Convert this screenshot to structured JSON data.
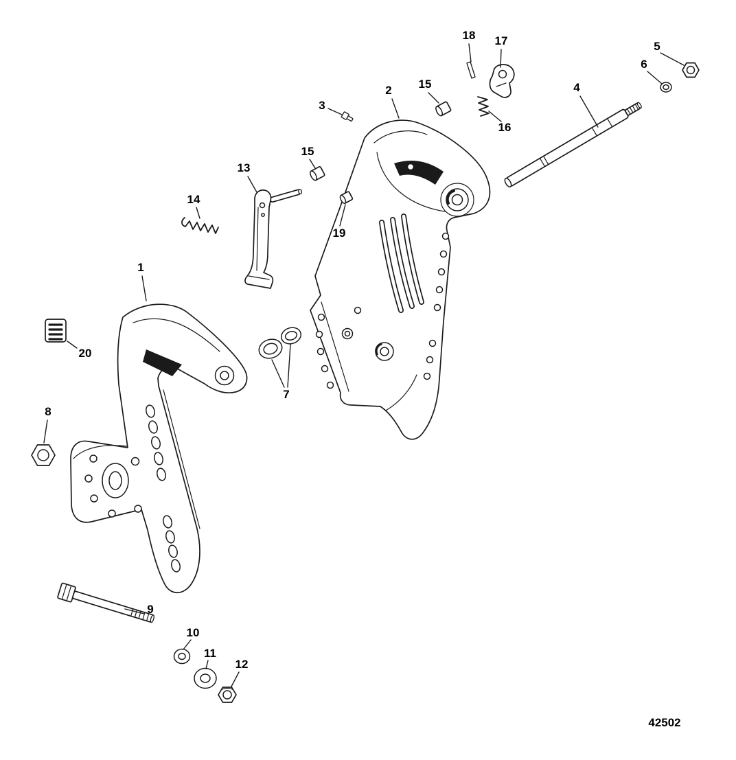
{
  "diagram": {
    "description": "Exploded parts diagram of outboard transom brackets",
    "drawing_number": "42502",
    "colors": {
      "line": "#1a1a1a",
      "background": "#ffffff"
    },
    "callouts": [
      {
        "label": "18"
      },
      {
        "label": "17"
      },
      {
        "label": "5"
      },
      {
        "label": "6"
      },
      {
        "label": "15"
      },
      {
        "label": "4"
      },
      {
        "label": "3"
      },
      {
        "label": "2"
      },
      {
        "label": "16"
      },
      {
        "label": "13"
      },
      {
        "label": "15"
      },
      {
        "label": "19"
      },
      {
        "label": "14"
      },
      {
        "label": "1"
      },
      {
        "label": "7"
      },
      {
        "label": "20"
      },
      {
        "label": "8"
      },
      {
        "label": "9"
      },
      {
        "label": "10"
      },
      {
        "label": "11"
      },
      {
        "label": "12"
      }
    ]
  }
}
